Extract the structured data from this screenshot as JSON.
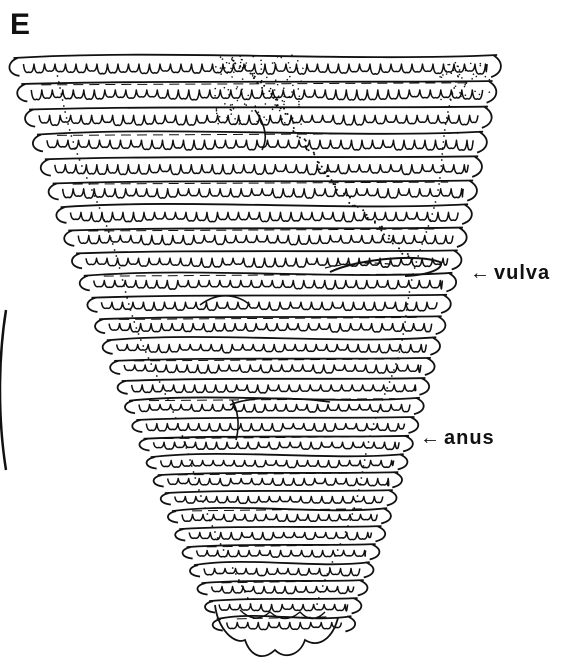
{
  "figure": {
    "panel_letter": "E",
    "annotations": [
      {
        "id": "vulva",
        "text": "vulva",
        "arrow": "←"
      },
      {
        "id": "anus",
        "text": "anus",
        "arrow": "←"
      }
    ],
    "stroke_color": "#111111",
    "background": "#ffffff"
  }
}
